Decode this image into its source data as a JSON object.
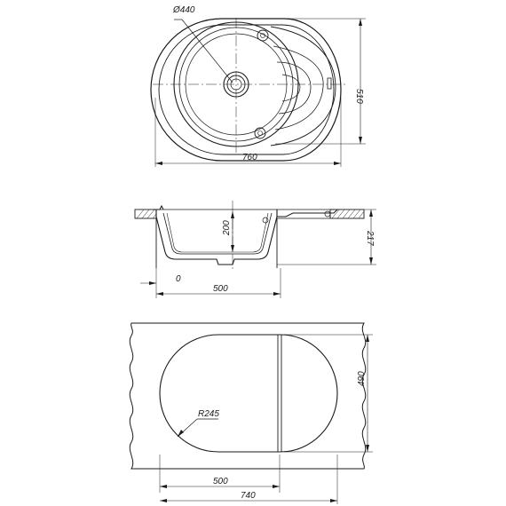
{
  "top_view": {
    "diameter_label": "Ø440",
    "width_label": "760",
    "height_label": "510"
  },
  "section_view": {
    "depth_label": "200",
    "height_label": "217",
    "zero_label": "0",
    "bowl_width_label": "500"
  },
  "cutout_view": {
    "radius_label": "R245",
    "height_label": "490",
    "bowl_width_label": "500",
    "total_width_label": "740"
  },
  "colors": {
    "line": "#1a1a1a",
    "background": "#ffffff"
  }
}
